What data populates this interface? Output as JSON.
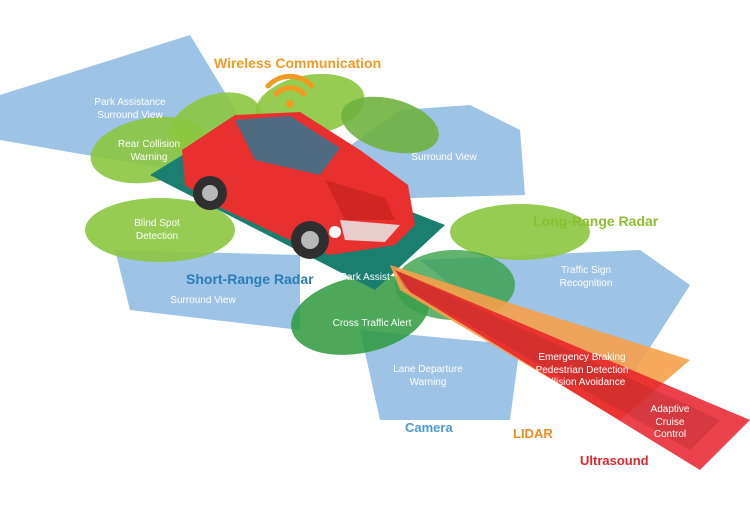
{
  "colors": {
    "blue": "#9dc3e6",
    "green_light": "#8cc63f",
    "green_dark": "#1f9a55",
    "teal": "#1b7f70",
    "car_red": "#e8312f",
    "orange": "#f6a04a",
    "red_beam": "#e8202a"
  },
  "titles": {
    "wireless": "Wireless Communication",
    "long_range_radar": "Long-Range Radar",
    "short_range_radar": "Short-Range Radar",
    "camera": "Camera",
    "lidar": "LIDAR",
    "ultrasound": "Ultrasound"
  },
  "zones": {
    "park_assistance": [
      "Park Assistance",
      "Surround View"
    ],
    "rear_collision": [
      "Rear Collision",
      "Warning"
    ],
    "surround_view_right": "Surround View",
    "blind_spot": [
      "Blind Spot",
      "Detection"
    ],
    "surround_view_left": "Surround View",
    "park_assist": "Park Assist",
    "traffic_sign": [
      "Traffic Sign",
      "Recognition"
    ],
    "cross_traffic": "Cross Traffic Alert",
    "lane_departure": [
      "Lane Departure",
      "Warning"
    ],
    "emergency": [
      "Emergency Braking",
      "Pedestrian Detection",
      "Collision Avoidance"
    ],
    "adaptive_cruise": [
      "Adaptive",
      "Cruise",
      "Control"
    ]
  },
  "icons": [
    "wifi-icon",
    "car-icon"
  ]
}
